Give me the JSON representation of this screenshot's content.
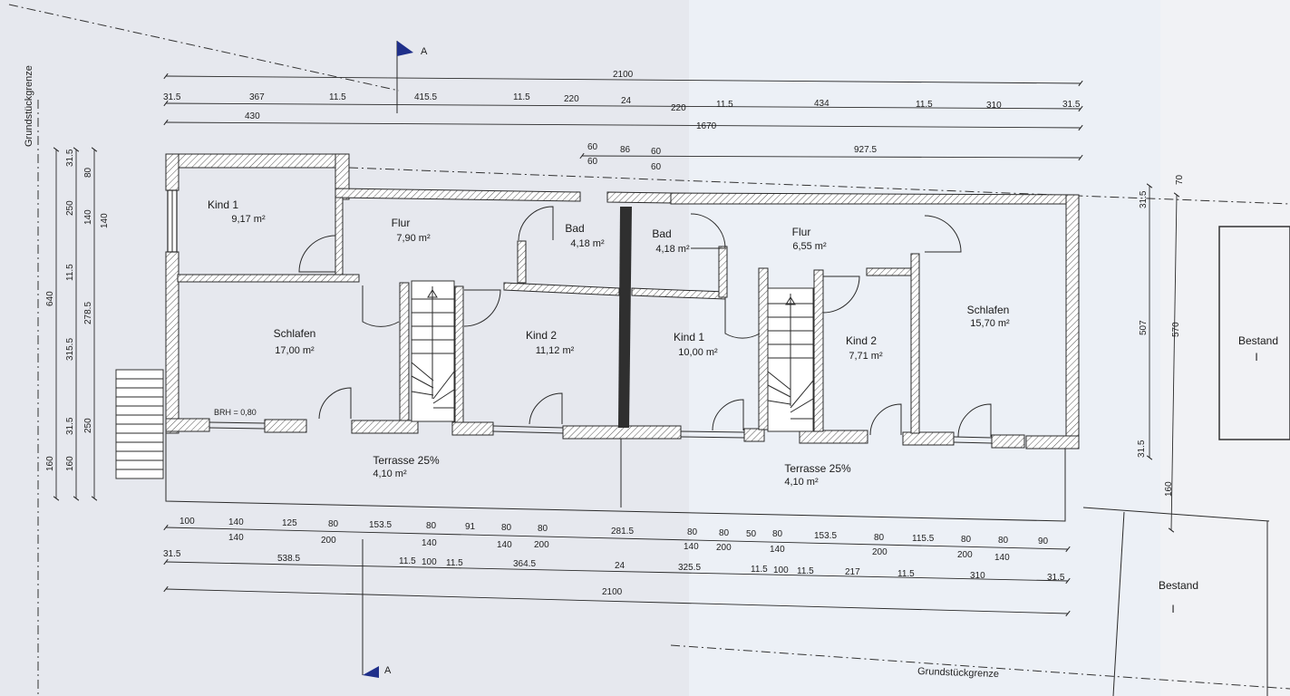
{
  "labels": {
    "plot_boundary_left": "Grundstückgrenze",
    "plot_boundary_bottom": "Grundstückgrenze",
    "section_mark": "A",
    "existing_building": "Bestand",
    "existing_roman": "I",
    "window_sill": "BRH = 0,80"
  },
  "rooms": [
    {
      "name": "Kind 1",
      "area": "9,17 m²"
    },
    {
      "name": "Flur",
      "area": "7,90 m²"
    },
    {
      "name": "Bad",
      "area": "4,18 m²"
    },
    {
      "name": "Bad",
      "area": "4,18 m²"
    },
    {
      "name": "Flur",
      "area": "6,55 m²"
    },
    {
      "name": "Schlafen",
      "area": "17,00 m²"
    },
    {
      "name": "Kind 2",
      "area": "11,12 m²"
    },
    {
      "name": "Kind 1",
      "area": "10,00 m²"
    },
    {
      "name": "Kind 2",
      "area": "7,71 m²"
    },
    {
      "name": "Schlafen",
      "area": "15,70 m²"
    },
    {
      "name": "Terrasse 25%",
      "area": "4,10 m²"
    },
    {
      "name": "Terrasse 25%",
      "area": "4,10 m²"
    }
  ],
  "dims": {
    "top_total": "2100",
    "top_row1": [
      "31.5",
      "367",
      "11.5",
      "415.5",
      "11.5",
      "220",
      "24",
      "220",
      "11.5",
      "434",
      "11.5",
      "310",
      "31.5"
    ],
    "top_row2": [
      "430",
      "1670"
    ],
    "top_row3_upper": [
      "60",
      "86",
      "60"
    ],
    "top_row3_lower": [
      "60",
      "60"
    ],
    "top_row3_right": "927.5",
    "left_total": "640",
    "left_mid": [
      "278.5",
      "315.5"
    ],
    "left_outer": [
      "31.5",
      "250",
      "11.5",
      "31.5",
      "160"
    ],
    "left_inner": [
      "80",
      "140",
      "140",
      "250",
      "160"
    ],
    "right_dims": [
      "31.5",
      "70",
      "507",
      "570",
      "31.5",
      "160"
    ],
    "bottom_row1": [
      "100",
      "140",
      "125",
      "80",
      "153.5",
      "80",
      "91",
      "80",
      "80",
      "281.5",
      "80",
      "80",
      "50",
      "80",
      "153.5",
      "80",
      "115.5",
      "80",
      "80",
      "90"
    ],
    "bottom_row1b": [
      "140",
      "200",
      "140",
      "140",
      "200",
      "140",
      "200",
      "140",
      "200",
      "200",
      "140"
    ],
    "bottom_row2": [
      "31.5",
      "538.5",
      "11.5",
      "100",
      "11.5",
      "364.5",
      "24",
      "325.5",
      "11.5",
      "100",
      "11.5",
      "217",
      "11.5",
      "310",
      "31.5"
    ],
    "bottom_total": "2100"
  }
}
